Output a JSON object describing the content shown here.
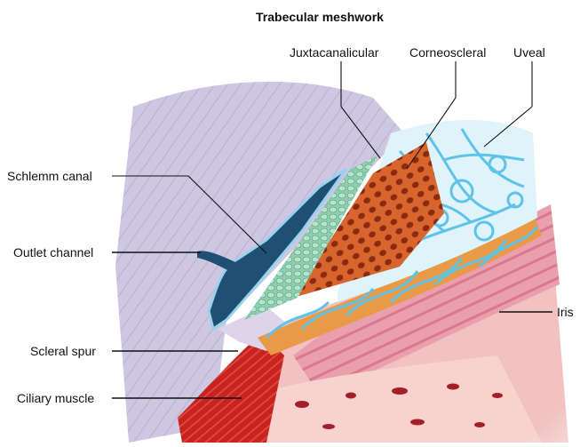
{
  "diagram": {
    "title": "Trabecular meshwork",
    "labels": {
      "juxtacanalicular": "Juxtacanalicular",
      "corneoscleral": "Corneoscleral",
      "uveal": "Uveal",
      "schlemm_canal": "Schlemm canal",
      "outlet_channel": "Outlet channel",
      "scleral_spur": "Scleral spur",
      "ciliary_muscle": "Ciliary muscle",
      "iris": "Iris"
    },
    "colors": {
      "sclera": "#c9c3df",
      "schlemm": "#1f4f72",
      "juxtacanalicular": "#8fcfb0",
      "corneoscleral": "#d9652e",
      "uveal": "#5ec3e6",
      "iris": "#e9a0ad",
      "ciliary_muscle": "#c8231f",
      "ciliary_body": "#f4c7c4",
      "scleral_spur": "#d9d0e6"
    }
  }
}
